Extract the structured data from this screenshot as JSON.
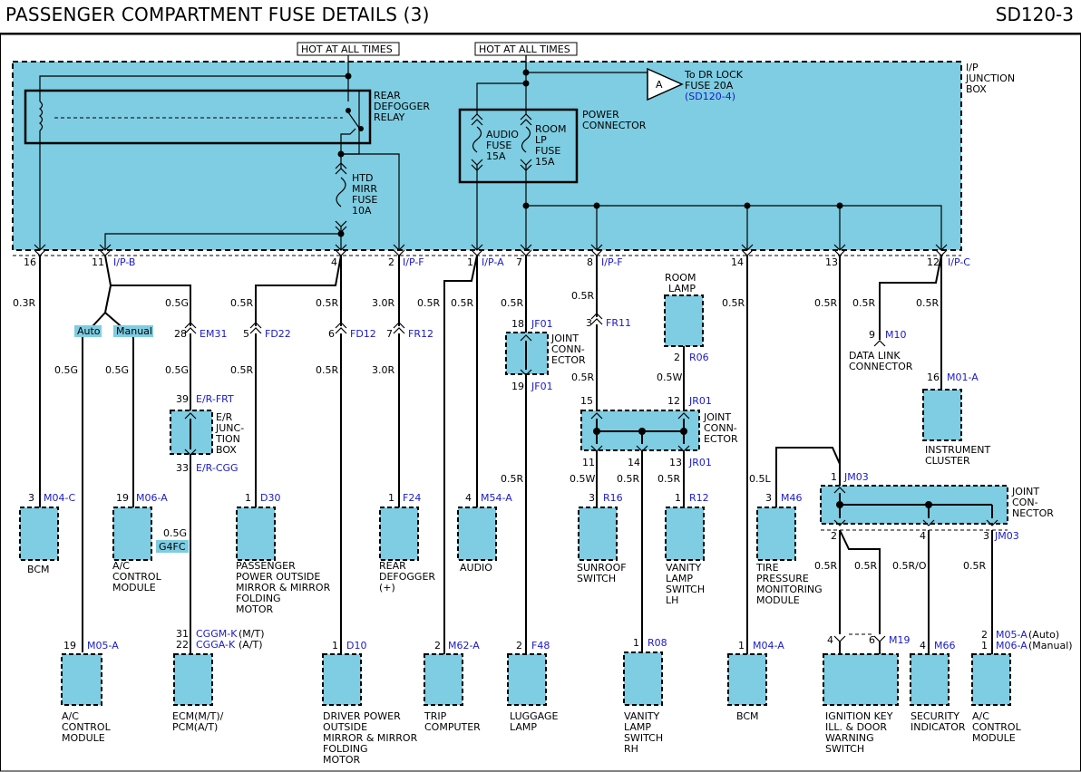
{
  "header": {
    "title": "PASSENGER COMPARTMENT FUSE DETAILS (3)",
    "code": "SD120-3"
  },
  "supply": {
    "hot1": "HOT AT ALL TIMES",
    "hot2": "HOT AT ALL TIMES"
  },
  "junction_box": {
    "l1": "I/P",
    "l2": "JUNCTION",
    "l3": "BOX"
  },
  "relay": {
    "l1": "REAR",
    "l2": "DEFOGGER",
    "l3": "RELAY"
  },
  "power_conn": {
    "l1": "POWER",
    "l2": "CONNECTOR"
  },
  "fuses": {
    "audio": [
      "AUDIO",
      "FUSE",
      "15A"
    ],
    "room": [
      "ROOM",
      "LP",
      "FUSE",
      "15A"
    ],
    "htd": [
      "HTD",
      "MIRR",
      "FUSE",
      "10A"
    ]
  },
  "ref_a": {
    "letter": "A",
    "l1": "To DR LOCK",
    "l2": "FUSE 20A",
    "l3": "(SD120-4)"
  },
  "jb_pins": {
    "p16": "16",
    "p11": "11",
    "ipb": "I/P-B",
    "p4": "4",
    "p2": "2",
    "ipf1": "I/P-F",
    "p1": "1",
    "ipa": "I/P-A",
    "p7": "7",
    "p8": "8",
    "ipf2": "I/P-F",
    "p14": "14",
    "p13": "13",
    "p12": "12",
    "ipc": "I/P-C"
  },
  "wires": {
    "w03r": "0.3R",
    "w05g_a": "0.5G",
    "w05r_a": "0.5R",
    "w05r_b": "0.5R",
    "w30r_a": "3.0R",
    "w05r_c": "0.5R",
    "w05r_d": "0.5R",
    "w05r_e": "0.5R",
    "w05r_f": "0.5R",
    "w05r_g": "0.5R",
    "w05r_h": "0.5R",
    "w05r_i": "0.5R",
    "w05g_b": "0.5G",
    "w05g_c": "0.5G",
    "w05g_d": "0.5G",
    "w05r_j": "0.5R",
    "w05r_k": "0.5R",
    "w30r_b": "3.0R",
    "w05r_l": "0.5R",
    "w05r_m": "0.5R",
    "w05w_a": "0.5W",
    "w05w_b": "0.5W",
    "w05r_n": "0.5R",
    "w05r_o": "0.5R",
    "w05l": "0.5L",
    "w05r_p": "0.5R",
    "w05r_q": "0.5R",
    "w05ro": "0.5R/O",
    "w05r_r": "0.5R",
    "w05g_e": "0.5G"
  },
  "options": {
    "auto": "Auto",
    "manual": "Manual",
    "g4fc": "G4FC"
  },
  "connectors": {
    "em31_p": "28",
    "em31": "EM31",
    "fd22_p": "5",
    "fd22": "FD22",
    "fd12_p": "6",
    "fd12": "FD12",
    "fr12_p": "7",
    "fr12": "FR12",
    "jf01a_p": "18",
    "jf01a": "JF01",
    "jf01b_p": "19",
    "jf01b": "JF01",
    "fr11_p": "3",
    "fr11": "FR11",
    "r06_p": "2",
    "r06": "R06",
    "jr01a_p": "15",
    "jr01b_p": "12",
    "jr01b": "JR01",
    "jr01c_p1": "11",
    "jr01c_p2": "14",
    "jr01c_p3": "13",
    "jr01c": "JR01",
    "m10_p": "9",
    "m10": "M10",
    "m01_p": "16",
    "m01": "M01-A",
    "erfrt_p": "39",
    "erfrt": "E/R-FRT",
    "ercgg_p": "33",
    "ercgg": "E/R-CGG",
    "jm03a_p": "1",
    "jm03a": "JM03",
    "jm03b_p1": "2",
    "jm03b_p2": "4",
    "jm03b_p3": "3",
    "jm03b": "JM03",
    "m04c_p": "3",
    "m04c": "M04-C",
    "m06a_p": "19",
    "m06a": "M06-A",
    "d30_p": "1",
    "d30": "D30",
    "f24_p": "1",
    "f24": "F24",
    "m54_p": "4",
    "m54": "M54-A",
    "r16_p": "3",
    "r16": "R16",
    "r12_p": "1",
    "r12": "R12",
    "m46_p": "3",
    "m46": "M46",
    "m05a_p": "19",
    "m05a": "M05-A",
    "cggm_p": "31",
    "cggm": "CGGM-K",
    "cggm_s": "(M/T)",
    "cgga_p": "22",
    "cgga": "CGGA-K",
    "cgga_s": "(A/T)",
    "d10_p": "1",
    "d10": "D10",
    "m62_p": "2",
    "m62": "M62-A",
    "f48_p": "2",
    "f48": "F48",
    "r08_p": "1",
    "r08": "R08",
    "m04a_p": "1",
    "m04a": "M04-A",
    "m19_p1": "4",
    "m19_p2": "6",
    "m19": "M19",
    "m66_p": "4",
    "m66": "M66",
    "m05b_p": "2",
    "m05b": "M05-A",
    "m05b_s": "(Auto)",
    "m06b_p": "1",
    "m06b": "M06-A",
    "m06b_s": "(Manual)"
  },
  "joint_text": {
    "jf": [
      "JOINT",
      "CONN-",
      "ECTOR"
    ],
    "jr": [
      "JOINT",
      "CONN-",
      "ECTOR"
    ],
    "jm": [
      "JOINT",
      "CON-",
      "NECTOR"
    ],
    "erjb": [
      "E/R",
      "JUNC-",
      "TION",
      "BOX"
    ]
  },
  "components": {
    "bcm1": [
      "BCM"
    ],
    "ac1": [
      "A/C",
      "CONTROL",
      "MODULE"
    ],
    "pmirror": [
      "PASSENGER",
      "POWER OUTSIDE",
      "MIRROR & MIRROR",
      "FOLDING",
      "MOTOR"
    ],
    "defog": [
      "REAR",
      "DEFOGGER",
      "(+)"
    ],
    "audio": [
      "AUDIO"
    ],
    "sunroof": [
      "SUNROOF",
      "SWITCH"
    ],
    "vanlh": [
      "VANITY",
      "LAMP",
      "SWITCH",
      "LH"
    ],
    "tpms": [
      "TIRE",
      "PRESSURE",
      "MONITORING",
      "MODULE"
    ],
    "room": [
      "ROOM",
      "LAMP"
    ],
    "dlc": [
      "DATA LINK",
      "CONNECTOR"
    ],
    "cluster": [
      "INSTRUMENT",
      "CLUSTER"
    ],
    "ac2": [
      "A/C",
      "CONTROL",
      "MODULE"
    ],
    "ecm": [
      "ECM(M/T)/",
      "PCM(A/T)"
    ],
    "dmirror": [
      "DRIVER POWER",
      "OUTSIDE",
      "MIRROR & MIRROR",
      "FOLDING",
      "MOTOR"
    ],
    "trip": [
      "TRIP",
      "COMPUTER"
    ],
    "luggage": [
      "LUGGAGE",
      "LAMP"
    ],
    "vanrh": [
      "VANITY",
      "LAMP",
      "SWITCH",
      "RH"
    ],
    "bcm2": [
      "BCM"
    ],
    "ignkey": [
      "IGNITION KEY",
      "ILL. & DOOR",
      "WARNING",
      "SWITCH"
    ],
    "security": [
      "SECURITY",
      "INDICATOR"
    ],
    "ac3": [
      "A/C",
      "CONTROL",
      "MODULE"
    ]
  },
  "colors": {
    "fill": "#7ecde2",
    "blue_text": "#1a1ac8"
  }
}
